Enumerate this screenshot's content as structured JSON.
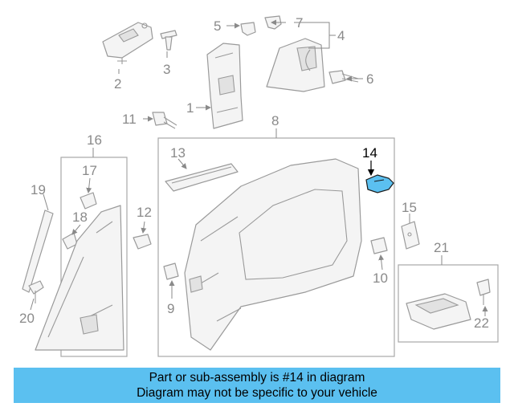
{
  "diagram": {
    "callouts": [
      {
        "id": "1",
        "label": "1"
      },
      {
        "id": "2",
        "label": "2"
      },
      {
        "id": "3",
        "label": "3"
      },
      {
        "id": "4",
        "label": "4"
      },
      {
        "id": "5",
        "label": "5"
      },
      {
        "id": "6",
        "label": "6"
      },
      {
        "id": "7",
        "label": "7"
      },
      {
        "id": "8",
        "label": "8"
      },
      {
        "id": "9",
        "label": "9"
      },
      {
        "id": "10",
        "label": "10"
      },
      {
        "id": "11",
        "label": "11"
      },
      {
        "id": "12",
        "label": "12"
      },
      {
        "id": "13",
        "label": "13"
      },
      {
        "id": "14",
        "label": "14"
      },
      {
        "id": "15",
        "label": "15"
      },
      {
        "id": "16",
        "label": "16"
      },
      {
        "id": "17",
        "label": "17"
      },
      {
        "id": "18",
        "label": "18"
      },
      {
        "id": "19",
        "label": "19"
      },
      {
        "id": "20",
        "label": "20"
      },
      {
        "id": "21",
        "label": "21"
      },
      {
        "id": "22",
        "label": "22"
      }
    ],
    "highlighted_part": "14",
    "highlight_color": "#5bc0f0",
    "line_color": "#9a9a9a"
  },
  "banner": {
    "line1": "Part or sub-assembly is #14 in diagram",
    "line2": "Diagram may not be specific to your vehicle",
    "background": "#5bc0f0"
  }
}
